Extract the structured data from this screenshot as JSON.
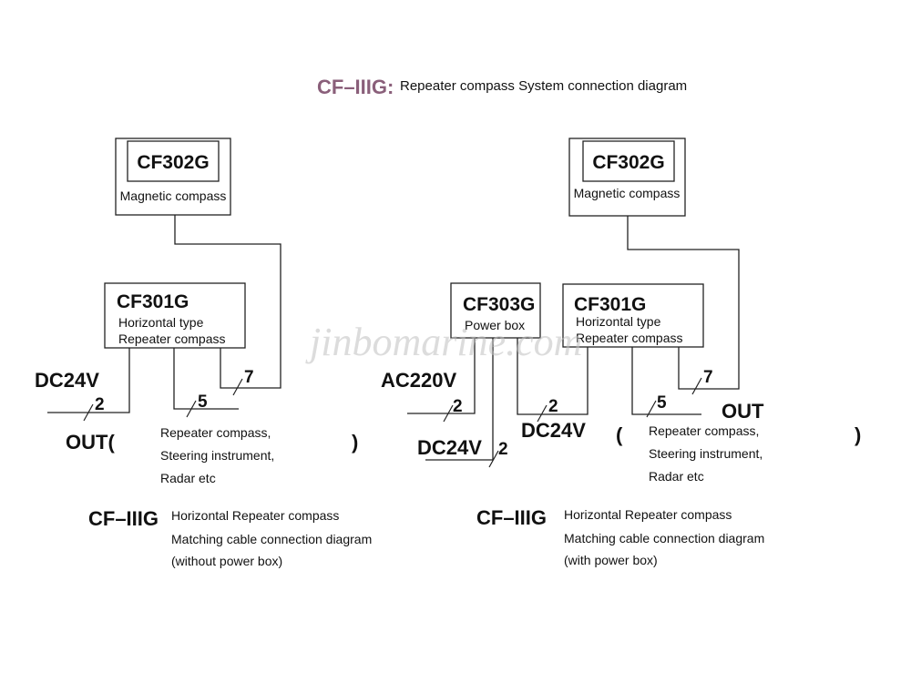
{
  "title": {
    "code": "CF–IIIG:",
    "text": "Repeater compass System connection diagram"
  },
  "watermark": "jinbomarine.com",
  "left": {
    "compass": {
      "model": "CF302G",
      "label": "Magnetic compass"
    },
    "repeater": {
      "model": "CF301G",
      "line1": "Horizontal type",
      "line2": "Repeater compass"
    },
    "dc_label": "DC24V",
    "out_label": "OUT(",
    "out_close": ")",
    "cable_dc": "2",
    "cable_out": "5",
    "cable_compass": "7",
    "devices": [
      "Repeater compass,",
      "Steering instrument,",
      "Radar etc"
    ],
    "caption": {
      "code": "CF–IIIG",
      "lines": [
        "Horizontal Repeater compass",
        "Matching cable connection diagram",
        "(without power box)"
      ]
    }
  },
  "right": {
    "compass": {
      "model": "CF302G",
      "label": "Magnetic compass"
    },
    "powerbox": {
      "model": "CF303G",
      "label": "Power box"
    },
    "repeater": {
      "model": "CF301G",
      "line1": "Horizontal type",
      "line2": "Repeater compass"
    },
    "ac_label": "AC220V",
    "dc_label_a": "DC24V",
    "dc_label_b": "DC24V",
    "out_label": "OUT",
    "paren_open": "(",
    "paren_close": ")",
    "cable_ac": "2",
    "cable_dc_a": "2",
    "cable_dc_b": "2",
    "cable_out": "5",
    "cable_compass": "7",
    "devices": [
      "Repeater compass,",
      "Steering instrument,",
      "Radar etc"
    ],
    "caption": {
      "code": "CF–IIIG",
      "lines": [
        "Horizontal Repeater compass",
        "Matching cable connection diagram",
        "(with power box)"
      ]
    }
  }
}
